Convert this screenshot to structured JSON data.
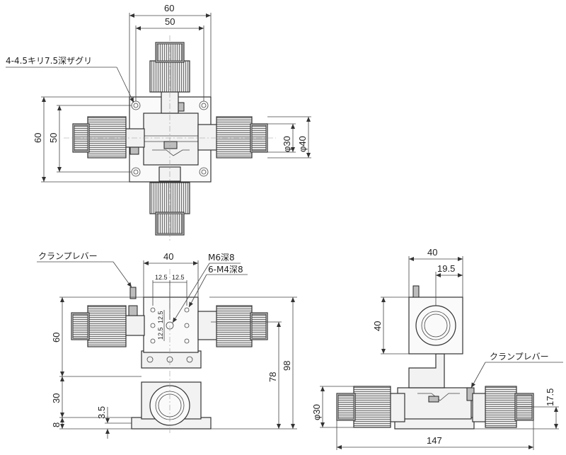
{
  "dimensions": {
    "top_width_outer": "60",
    "top_width_inner": "50",
    "top_height_outer": "60",
    "top_height_inner": "50",
    "knob_dia_small": "φ30",
    "knob_dia_large": "φ40",
    "front_width": "40",
    "front_pitch_a": "12.5",
    "front_pitch_b": "12.5",
    "front_pitch_v1": "12.5",
    "front_pitch_v2": "12.5",
    "front_height_60": "60",
    "front_height_30": "30",
    "front_height_8": "8",
    "front_height_3_5": "3.5",
    "front_height_78": "78",
    "front_height_98": "98",
    "side_width_40": "40",
    "side_width_19_5": "19.5",
    "side_height_40": "40",
    "side_knob_dia": "φ30",
    "side_height_17_5": "17.5",
    "side_total_147": "147"
  },
  "notes": {
    "counterbore": "4-4.5キリ7.5深ザグリ",
    "clamp_lever_front": "クランプレバー",
    "m6": "M6深8",
    "m4": "6-M4深8",
    "clamp_lever_side": "クランプレバー"
  }
}
